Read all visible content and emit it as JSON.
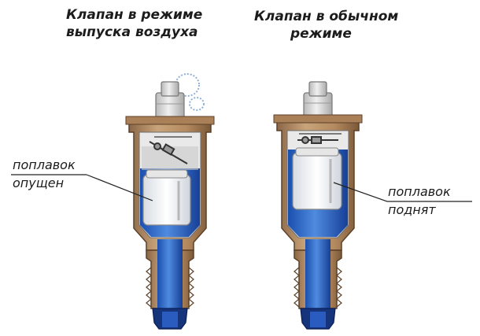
{
  "titles": {
    "left": {
      "line1": "Клапан в режиме",
      "line2": "выпуска воздуха"
    },
    "right": {
      "line1": "Клапан в обычном",
      "line2": "режиме"
    }
  },
  "labels": {
    "left": {
      "line1": "поплавок",
      "line2": "опущен"
    },
    "right": {
      "line1": "поплавок",
      "line2": "поднят"
    }
  },
  "colors": {
    "brass": "#b99268",
    "brass_dark": "#7c5a3a",
    "cap": "#dcdcdc",
    "water": "#2f6fd0",
    "water_dark": "#0d2f84",
    "air": "#9bb6d8",
    "float": "#f4f4f4"
  }
}
